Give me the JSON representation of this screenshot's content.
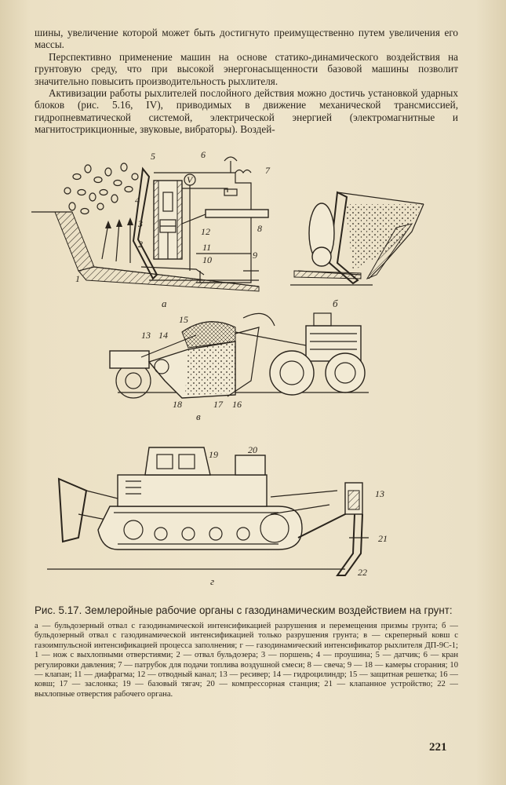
{
  "body_text": {
    "p1": "шины, увеличение которой может быть достигнуто преимущественно путем увеличения его массы.",
    "p2": "Перспективно применение машин на основе статико-динамического воздействия на грунтовую среду, что при высокой энергонасыщенности базовой машины позволит значительно повысить производительность рыхлителя.",
    "p3": "Активизации работы рыхлителей послойного действия можно достичь установкой ударных блоков (рис. 5.16, IV), приводимых в движение механической трансмиссией, гидропневматической системой, электрической энергией (электромагнитные и магнитострикционные, звуковые, вибраторы). Воздей-"
  },
  "figure": {
    "subfig_labels": {
      "a": "а",
      "b": "б",
      "v": "в",
      "g": "г"
    },
    "part_numbers": {
      "n1": "1",
      "n2": "2",
      "n3": "3",
      "n4": "4",
      "n5": "5",
      "n6": "6",
      "n7": "7",
      "n8": "8",
      "n9": "9",
      "n10": "10",
      "n11": "11",
      "n12": "12",
      "n13a": "13",
      "n14": "14",
      "n15": "15",
      "n16": "16",
      "n17": "17",
      "n18": "18",
      "n19": "19",
      "n20": "20",
      "n13b": "13",
      "n21": "21",
      "n22": "22"
    },
    "symbols": {
      "voltmeter": "V"
    }
  },
  "caption": {
    "title": "Рис. 5.17. Землеройные рабочие органы с газодинамическим воздействием на грунт:",
    "body": "а — бульдозерный отвал с газодинамической интенсификацией разрушения и перемещения призмы грунта; б — бульдозерный отвал с газодинамической интенсификацией только разрушения грунта; в — скреперный ковш с газоимпульсной интенсификацией процесса заполнения; г — газодинамический интенсификатор рыхлителя ДП-9С-1; 1 — нож с выхлопными отверстиями; 2 — отвал бульдозера; 3 — поршень; 4 — проушина; 5 — датчик; 6 — кран регулировки давления; 7 — патрубок для подачи топлива воздушной смеси; 8 — свеча; 9 — 18 — камеры сгорания; 10 — клапан; 11 — диафрагма; 12 — отводный канал; 13 — ресивер; 14 — гидроцилиндр; 15 — защитная решетка; 16 — ковш; 17 — заслонка; 19 — базовый тягач; 20 — компрессорная станция; 21 — клапанное устройство; 22 — выхлопные отверстия рабочего органа."
  },
  "page_number": "221"
}
